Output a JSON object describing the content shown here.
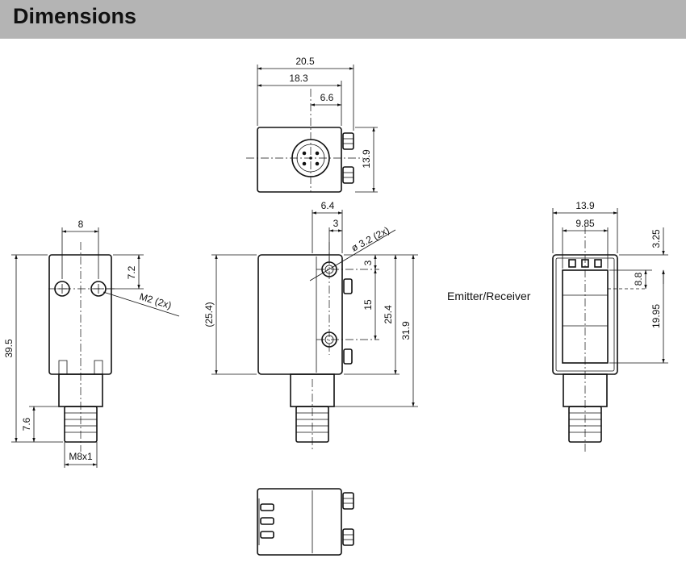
{
  "header": {
    "title": "Dimensions"
  },
  "colors": {
    "header_bg": "#b4b4b4",
    "line": "#111111"
  },
  "views": {
    "top": {
      "dim_width_total": "20.5",
      "dim_width_inner": "18.3",
      "dim_connector": "6.6",
      "dim_height": "13.9"
    },
    "side_left": {
      "dim_width": "8",
      "dim_hole_offset": "7.2",
      "dim_height": "39.5",
      "dim_connector_len": "7.6",
      "thread_label": "M8x1",
      "screw_label": "M2 (2x)"
    },
    "front": {
      "dim_top_offset": "6.4",
      "dim_hole_x": "3",
      "hole_label": "ø 3.2 (2x)",
      "dim_hole_y": "3",
      "dim_hole_spacing": "15",
      "dim_body_height": "25.4",
      "dim_body_height_ref": "(25.4)",
      "dim_total_height": "31.9"
    },
    "side_right": {
      "dim_width": "13.9",
      "dim_window": "9.85",
      "dim_top": "3.25",
      "dim_window_top": "8.8",
      "dim_window_height": "19.95",
      "window_label": "Emitter/Receiver"
    }
  }
}
